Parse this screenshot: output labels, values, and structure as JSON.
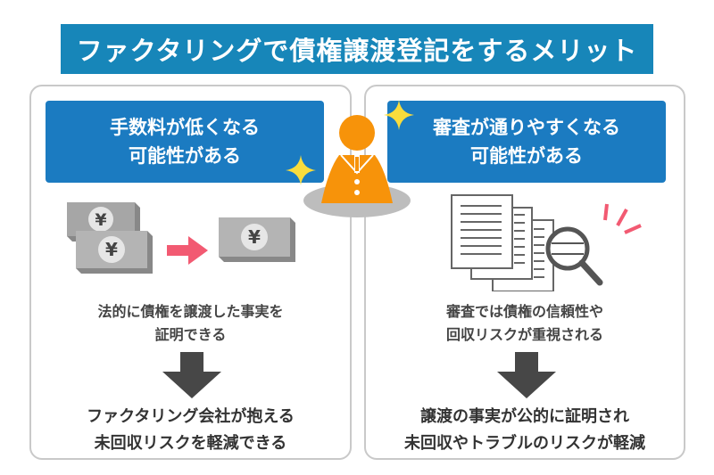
{
  "title": "ファクタリングで債権譲渡登記をするメリット",
  "colors": {
    "title_bg": "#1786b9",
    "header_bg": "#1b7bc1",
    "person": "#f7930a",
    "sparkle": "#f9dc3c",
    "accent_pink": "#f25a72",
    "arrow_dark": "#474747"
  },
  "panels": [
    {
      "header": [
        "手数料が低くなる",
        "可能性がある"
      ],
      "illustration": "money-reduce",
      "currency_symbol": "¥",
      "reason": [
        "法的に債権を譲渡した事実を",
        "証明できる"
      ],
      "result": [
        "ファクタリング会社が抱える",
        "未回収リスクを軽減できる"
      ]
    },
    {
      "header": [
        "審査が通りやすくなる",
        "可能性がある"
      ],
      "illustration": "document-search",
      "reason": [
        "審査では債権の信頼性や",
        "回収リスクが重視される"
      ],
      "result": [
        "譲渡の事実が公的に証明され",
        "未回収やトラブルのリスクが軽減"
      ]
    }
  ],
  "icons": [
    "person-icon",
    "sparkle-icon",
    "yen-bill-icon",
    "arrow-right-icon",
    "documents-icon",
    "magnifier-icon",
    "arrow-down-icon"
  ]
}
